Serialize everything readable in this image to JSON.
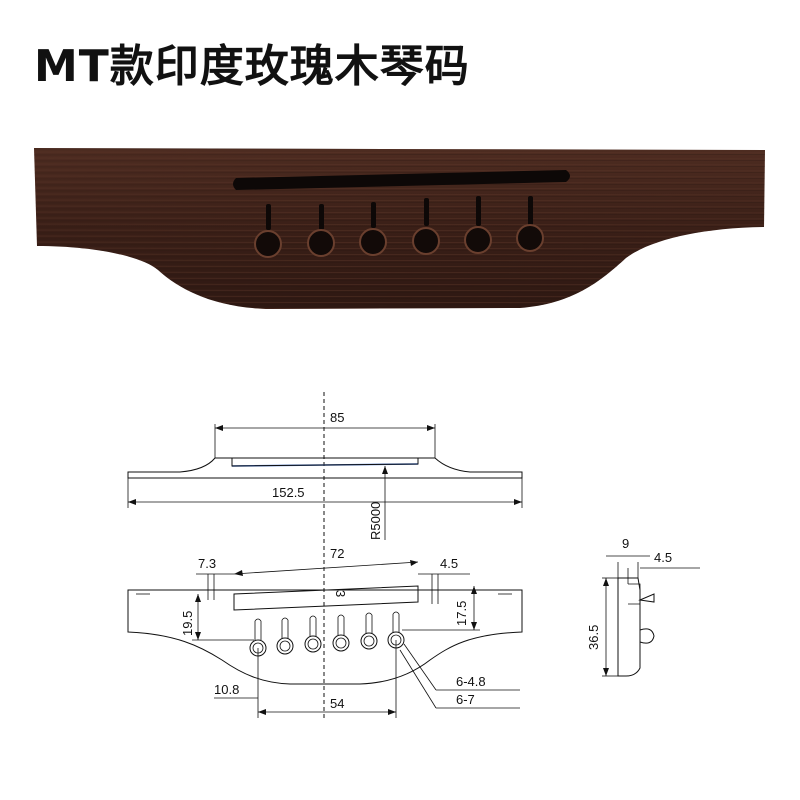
{
  "title": "MT款印度玫瑰木琴码",
  "colors": {
    "wood_dark": "#3a1f17",
    "wood_mid": "#4b2a1f",
    "slot": "#0d0807",
    "saddle_line": "#3b6fd1"
  },
  "side_view": {
    "width_label": "85",
    "length_label": "152.5",
    "radius_label": "R5000"
  },
  "top_view": {
    "slot_length": "72",
    "slot_offset_left": "7.3",
    "slot_offset_right": "4.5",
    "center_mark": "3",
    "height_left": "19.5",
    "height_right": "17.5",
    "pin_offset": "10.8",
    "pin_span": "54",
    "hole_small": "6-4.8",
    "hole_large": "6-7"
  },
  "profile_view": {
    "top_width": "9",
    "slot_width": "4.5",
    "height": "36.5"
  }
}
